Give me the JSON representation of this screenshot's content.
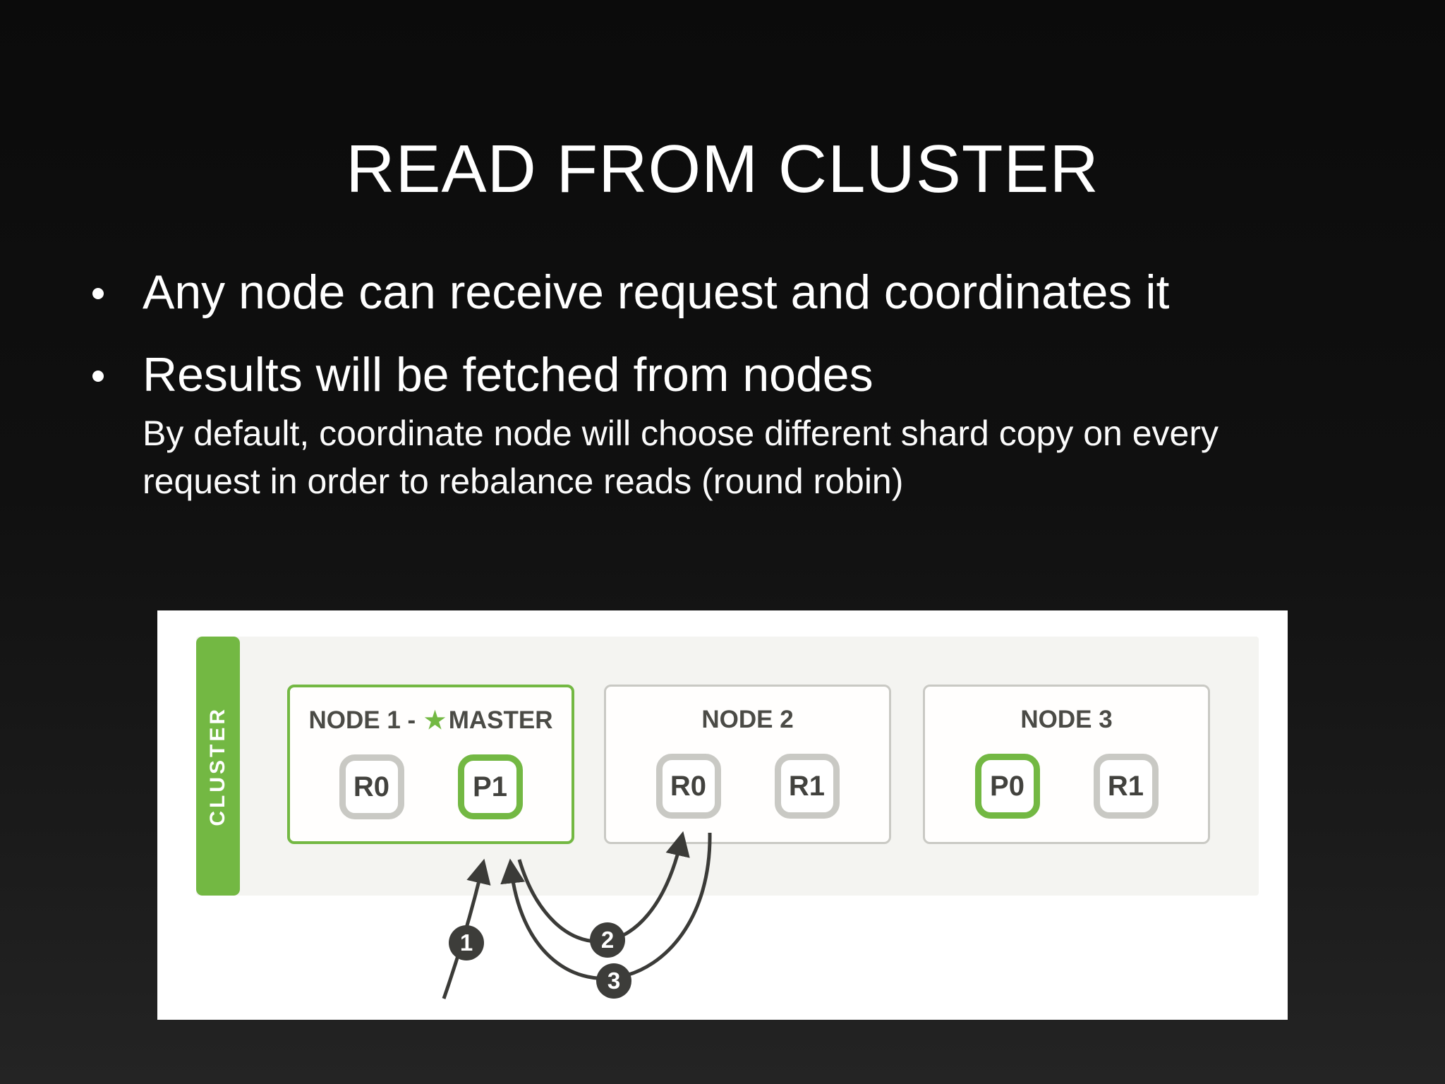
{
  "slide": {
    "title": "READ FROM CLUSTER",
    "bullets": [
      {
        "text": "Any node can receive request and coordinates it"
      },
      {
        "text": "Results will be fetched from nodes",
        "note": "By default, coordinate node will choose different shard copy on every request in order to rebalance reads (round robin)"
      }
    ]
  },
  "diagram": {
    "cluster_label": "CLUSTER",
    "nodes": [
      {
        "title": "NODE 1 -",
        "master_label": "MASTER",
        "shards": [
          {
            "label": "R0",
            "type": "replica"
          },
          {
            "label": "P1",
            "type": "primary"
          }
        ]
      },
      {
        "title": "NODE 2",
        "shards": [
          {
            "label": "R0",
            "type": "replica"
          },
          {
            "label": "R1",
            "type": "replica"
          }
        ]
      },
      {
        "title": "NODE 3",
        "shards": [
          {
            "label": "P0",
            "type": "primary"
          },
          {
            "label": "R1",
            "type": "replica"
          }
        ]
      }
    ],
    "steps": [
      {
        "number": "1"
      },
      {
        "number": "2"
      },
      {
        "number": "3"
      }
    ],
    "colors": {
      "accent_green": "#73b843",
      "gray_border": "#c9c9c4",
      "arrow": "#3b3b38",
      "band_background": "#f4f4f1"
    }
  }
}
